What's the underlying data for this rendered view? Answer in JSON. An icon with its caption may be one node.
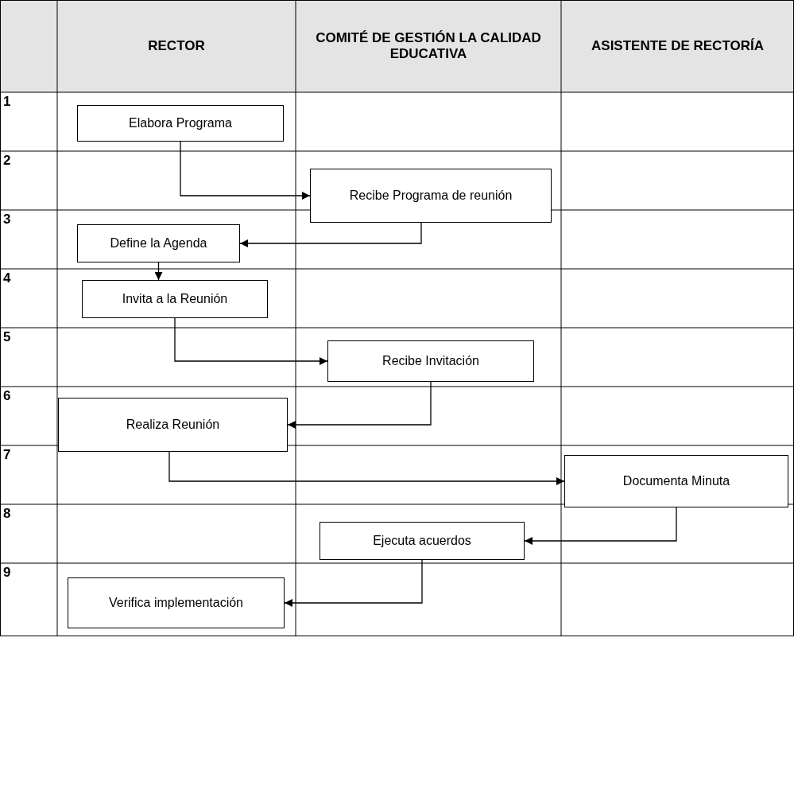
{
  "diagram": {
    "nodes": [
      {
        "text": [
          "RECTOR"
        ]
      },
      {
        "text": [
          "COMITÉ DE GESTIÓN LA CALIDAD EDUCATIVA"
        ]
      },
      {
        "text": [
          "ASISTENTE DE RECTORÍA"
        ]
      },
      {
        "text": [
          "Elabora Programa"
        ],
        "in": 0
      },
      {
        "text": [
          "Recibe Programa de reunión"
        ],
        "in": 1
      },
      {
        "text": [
          "Define la Agenda"
        ],
        "in": 0
      },
      {
        "text": [
          "Invita a la Reunión"
        ],
        "in": 0
      },
      {
        "text": [
          "Recibe Invitación"
        ],
        "in": 1
      },
      {
        "text": [
          "Realiza Reunión"
        ],
        "in": 0
      },
      {
        "text": [
          "Documenta Minuta"
        ],
        "in": 2
      },
      {
        "text": [
          "Ejecuta acuerdos"
        ],
        "in": 1
      },
      {
        "text": [
          "Verifica implementación"
        ],
        "in": 0
      }
    ],
    "edges": [
      {
        "from": 3,
        "to": 4,
        "arrow": "to"
      },
      {
        "from": 4,
        "to": 5,
        "arrow": "to"
      },
      {
        "from": 5,
        "to": 6,
        "arrow": "to"
      },
      {
        "from": 6,
        "to": 7,
        "arrow": "to"
      },
      {
        "from": 7,
        "to": 8,
        "arrow": "to"
      },
      {
        "from": 8,
        "to": 9,
        "arrow": "to"
      },
      {
        "from": 9,
        "to": 10,
        "arrow": "to"
      },
      {
        "from": 10,
        "to": 11,
        "arrow": "to"
      }
    ],
    "labels": [
      "1",
      "2",
      "3",
      "4",
      "5",
      "6",
      "7",
      "8",
      "9"
    ]
  }
}
